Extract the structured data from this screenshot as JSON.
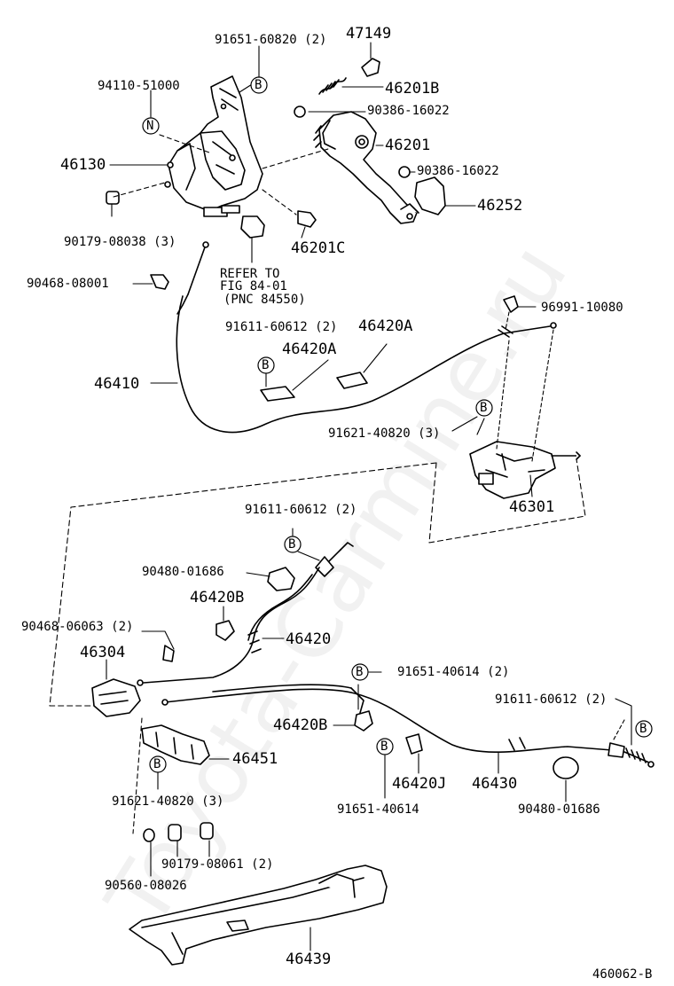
{
  "watermark": "Toyota-Carmine.ru",
  "diagram_id": "460062-B",
  "refer_note": [
    "REFER TO",
    "FIG 84-01",
    "(PNC 84550)"
  ],
  "callouts": {
    "N": "N",
    "B": "B"
  },
  "parts": {
    "p91651_60820": "91651-60820 (2)",
    "p47149": "47149",
    "p94110_51000": "94110-51000",
    "p46201B": "46201B",
    "p90386_16022_a": "90386-16022",
    "p46201": "46201",
    "p46130": "46130",
    "p90386_16022_b": "90386-16022",
    "p46252": "46252",
    "p90179_08038": "90179-08038 (3)",
    "p46201C": "46201C",
    "p90468_08001": "90468-08001",
    "p96991_10080": "96991-10080",
    "p91611_60612_a": "91611-60612 (2)",
    "p46420A_a": "46420A",
    "p46420A_b": "46420A",
    "p46410": "46410",
    "p91621_40820_a": "91621-40820 (3)",
    "p46301": "46301",
    "p91611_60612_b": "91611-60612 (2)",
    "p90480_01686_a": "90480-01686",
    "p46420B_a": "46420B",
    "p90468_06063": "90468-06063 (2)",
    "p46420": "46420",
    "p46304": "46304",
    "p91651_40614_a": "91651-40614 (2)",
    "p91611_60612_c": "91611-60612 (2)",
    "p46420B_b": "46420B",
    "p46451": "46451",
    "p46420J": "46420J",
    "p46430": "46430",
    "p91621_40820_b": "91621-40820 (3)",
    "p91651_40614_b": "91651-40614",
    "p90480_01686_b": "90480-01686",
    "p90179_08061": "90179-08061 (2)",
    "p90560_08026": "90560-08026",
    "p46439": "46439"
  }
}
